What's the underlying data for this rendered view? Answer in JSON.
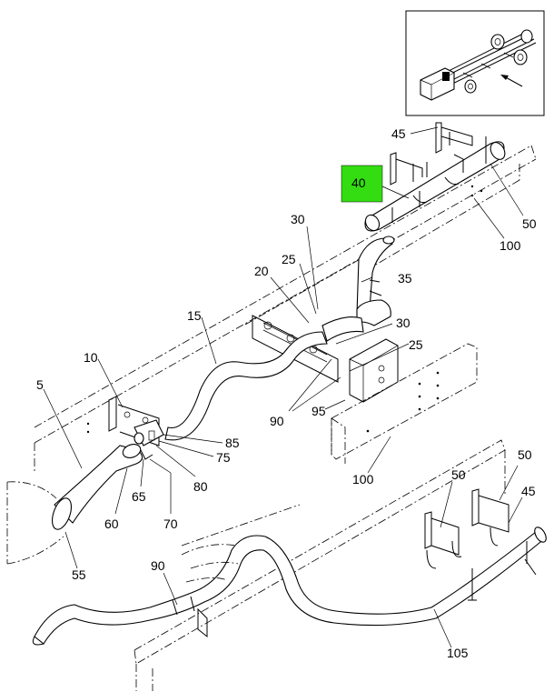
{
  "highlight_color": "#33dd11",
  "callouts": {
    "c40": "40",
    "c45a": "45",
    "c50a": "50",
    "c100a": "100",
    "c30a": "30",
    "c25a": "25",
    "c20": "20",
    "c35": "35",
    "c15": "15",
    "c30b": "30",
    "c25b": "25",
    "c10": "10",
    "c5": "5",
    "c90a": "90",
    "c95": "95",
    "c85": "85",
    "c75": "75",
    "c80": "80",
    "c65": "65",
    "c60": "60",
    "c70": "70",
    "c55": "55",
    "c100b": "100",
    "c50b": "50",
    "c50c": "50",
    "c45b": "45",
    "c90b": "90",
    "c105": "105"
  },
  "icons": {
    "locator_inset": "truck-chassis-locator-icon",
    "arrow": "arrow-icon"
  }
}
